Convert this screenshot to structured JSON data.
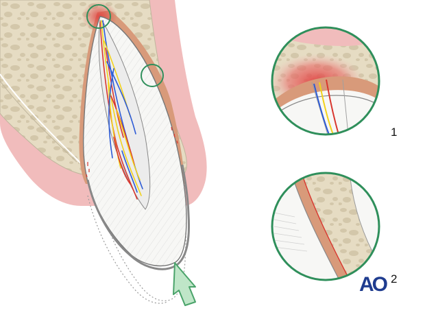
{
  "labels": {
    "detail_1": "1",
    "detail_2": "2"
  },
  "logo": {
    "text": "AO"
  },
  "colors": {
    "bone": "#e6dcc3",
    "bone_pore": "#d3c7aa",
    "gingiva": "#f1bcbc",
    "inflammation": "#e0403f",
    "pdl_band": "#d89a7a",
    "dentin": "#f7f7f5",
    "pulp": "#ececec",
    "circle_outline": "#2f8f5b",
    "arrow_fill": "#bfe6c8",
    "arrow_stroke": "#4aa36a",
    "logo": "#1f3c8f",
    "nerve_yellow": "#f2d21a",
    "nerve_blue": "#2d5bd6",
    "nerve_red": "#d8362e"
  },
  "icons": {
    "movement_arrow": "up-arrow-icon"
  }
}
